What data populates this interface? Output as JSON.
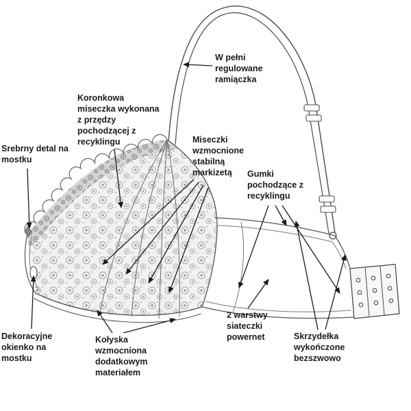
{
  "colors": {
    "ink": "#1a1a1a",
    "line": "#4a4a4a",
    "lace": "#8f8f8f"
  },
  "labels": {
    "straps": "W pełni\nregulowane\nramiączka",
    "lace_cup": "Koronkowa\nmiseczka wykonana\nz przędzy\npochodzącej z\nrecyklingu",
    "reinforced_cups": "Miseczki\nwzmocnione\nstabilną\nmarkizetą",
    "elastics": "Gumki\npochodzące z\nrecyklingu",
    "silver_detail": "Srebrny detal na\nmostku",
    "decorative_window": "Dekoracyjne\nokienko na\nmostku",
    "cradle": "Kołyska\nwzmocniona\ndodatkowym\nmateriałem",
    "powernet": "2 warstwy\nsiateczki\npowernet",
    "wings": "Skrzydełka\nwykończone\nbezszwowo"
  }
}
